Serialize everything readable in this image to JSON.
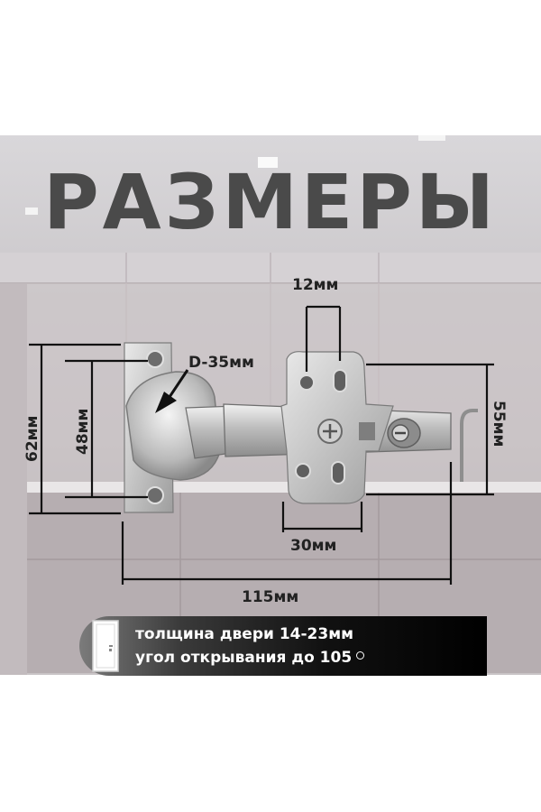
{
  "title": "РАЗМЕРЫ",
  "dimensions": {
    "cup_diameter": "D-35мм",
    "hole_spacing_top": "12мм",
    "height_total": "62мм",
    "height_inner": "48мм",
    "plate_height": "55мм",
    "plate_width": "30мм",
    "total_length": "115мм"
  },
  "info": {
    "door_thickness": "толщина двери 14-23мм",
    "opening_angle": "угол открывания до 105"
  },
  "colors": {
    "title": "#4a4a4a",
    "dimension_lines": "#111111",
    "info_bar": "#111111",
    "info_text": "#ffffff"
  },
  "icons": {
    "door": "door-icon",
    "degree": "degree-icon"
  }
}
